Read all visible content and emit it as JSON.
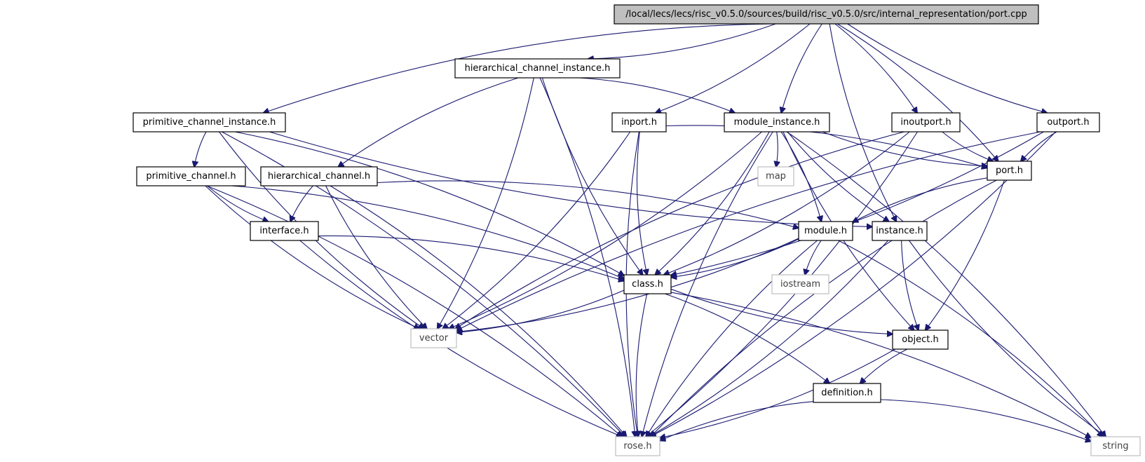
{
  "graph": {
    "colors": {
      "edge": "#191970",
      "root_fill": "#bfbfbf",
      "node_border": "#000000",
      "external_border": "#bfbfbf"
    },
    "nodes": {
      "root": {
        "label": "/local/lecs/lecs/risc_v0.5.0/sources/build/risc_v0.5.0/src/internal_representation/port.cpp",
        "kind": "root"
      },
      "hci_h": {
        "label": "hierarchical_channel_instance.h",
        "kind": "header"
      },
      "pci_h": {
        "label": "primitive_channel_instance.h",
        "kind": "header"
      },
      "inport_h": {
        "label": "inport.h",
        "kind": "header"
      },
      "modinst_h": {
        "label": "module_instance.h",
        "kind": "header"
      },
      "inoutport_h": {
        "label": "inoutport.h",
        "kind": "header"
      },
      "outport_h": {
        "label": "outport.h",
        "kind": "header"
      },
      "pc_h": {
        "label": "primitive_channel.h",
        "kind": "header"
      },
      "hc_h": {
        "label": "hierarchical_channel.h",
        "kind": "header"
      },
      "map": {
        "label": "map",
        "kind": "external"
      },
      "port_h": {
        "label": "port.h",
        "kind": "header"
      },
      "interface_h": {
        "label": "interface.h",
        "kind": "header"
      },
      "module_h": {
        "label": "module.h",
        "kind": "header"
      },
      "instance_h": {
        "label": "instance.h",
        "kind": "header"
      },
      "class_h": {
        "label": "class.h",
        "kind": "header"
      },
      "iostream": {
        "label": "iostream",
        "kind": "external"
      },
      "vector": {
        "label": "vector",
        "kind": "external"
      },
      "object_h": {
        "label": "object.h",
        "kind": "header"
      },
      "definition_h": {
        "label": "definition.h",
        "kind": "header"
      },
      "rose_h": {
        "label": "rose.h",
        "kind": "external"
      },
      "string": {
        "label": "string",
        "kind": "external"
      }
    },
    "edges": [
      [
        "root",
        "hci_h"
      ],
      [
        "root",
        "pci_h"
      ],
      [
        "root",
        "inport_h"
      ],
      [
        "root",
        "modinst_h"
      ],
      [
        "root",
        "inoutport_h"
      ],
      [
        "root",
        "outport_h"
      ],
      [
        "root",
        "port_h"
      ],
      [
        "root",
        "instance_h"
      ],
      [
        "hci_h",
        "rose_h"
      ],
      [
        "hci_h",
        "hc_h"
      ],
      [
        "hci_h",
        "vector"
      ],
      [
        "hci_h",
        "class_h"
      ],
      [
        "hci_h",
        "modinst_h"
      ],
      [
        "pci_h",
        "pc_h"
      ],
      [
        "pci_h",
        "rose_h"
      ],
      [
        "pci_h",
        "vector"
      ],
      [
        "pci_h",
        "class_h"
      ],
      [
        "pci_h",
        "instance_h"
      ],
      [
        "inport_h",
        "port_h"
      ],
      [
        "inport_h",
        "class_h"
      ],
      [
        "inport_h",
        "vector"
      ],
      [
        "inport_h",
        "rose_h"
      ],
      [
        "modinst_h",
        "map"
      ],
      [
        "modinst_h",
        "port_h"
      ],
      [
        "modinst_h",
        "module_h"
      ],
      [
        "modinst_h",
        "instance_h"
      ],
      [
        "modinst_h",
        "class_h"
      ],
      [
        "modinst_h",
        "object_h"
      ],
      [
        "modinst_h",
        "vector"
      ],
      [
        "modinst_h",
        "rose_h"
      ],
      [
        "modinst_h",
        "string"
      ],
      [
        "inoutport_h",
        "port_h"
      ],
      [
        "inoutport_h",
        "class_h"
      ],
      [
        "inoutport_h",
        "vector"
      ],
      [
        "inoutport_h",
        "rose_h"
      ],
      [
        "outport_h",
        "port_h"
      ],
      [
        "outport_h",
        "class_h"
      ],
      [
        "outport_h",
        "vector"
      ],
      [
        "outport_h",
        "rose_h"
      ],
      [
        "pc_h",
        "interface_h"
      ],
      [
        "pc_h",
        "class_h"
      ],
      [
        "pc_h",
        "vector"
      ],
      [
        "pc_h",
        "rose_h"
      ],
      [
        "hc_h",
        "interface_h"
      ],
      [
        "hc_h",
        "module_h"
      ],
      [
        "hc_h",
        "vector"
      ],
      [
        "hc_h",
        "rose_h"
      ],
      [
        "port_h",
        "module_h"
      ],
      [
        "port_h",
        "object_h"
      ],
      [
        "port_h",
        "rose_h"
      ],
      [
        "interface_h",
        "class_h"
      ],
      [
        "interface_h",
        "rose_h"
      ],
      [
        "module_h",
        "class_h"
      ],
      [
        "module_h",
        "iostream"
      ],
      [
        "module_h",
        "vector"
      ],
      [
        "module_h",
        "rose_h"
      ],
      [
        "module_h",
        "string"
      ],
      [
        "instance_h",
        "object_h"
      ],
      [
        "instance_h",
        "rose_h"
      ],
      [
        "instance_h",
        "string"
      ],
      [
        "class_h",
        "vector"
      ],
      [
        "class_h",
        "object_h"
      ],
      [
        "class_h",
        "definition_h"
      ],
      [
        "class_h",
        "rose_h"
      ],
      [
        "class_h",
        "string"
      ],
      [
        "object_h",
        "definition_h"
      ],
      [
        "object_h",
        "rose_h"
      ],
      [
        "definition_h",
        "rose_h"
      ],
      [
        "definition_h",
        "string"
      ]
    ]
  }
}
